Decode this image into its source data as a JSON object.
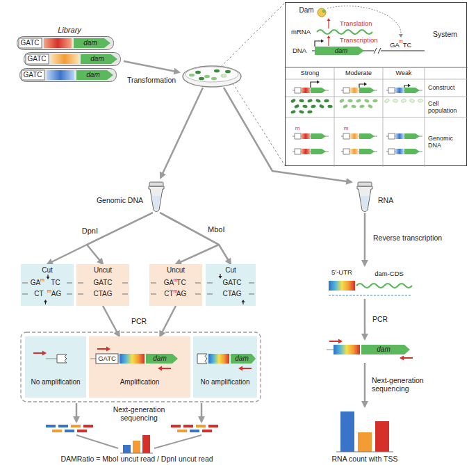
{
  "diagram": {
    "nodes": [
      {
        "text": [
          "GATC",
          "dam"
        ]
      },
      {
        "text": [
          "GATC",
          "dam"
        ]
      },
      {
        "text": [
          "GATC",
          "dam"
        ]
      },
      {
        "text": [
          "Dam",
          "mRNA",
          "Translation",
          "Transcription",
          "DNA",
          "dam",
          "GA",
          "m",
          "TC",
          "System",
          "Strong",
          "Moderate",
          "Weak",
          "Construct",
          "Cell population",
          "m",
          "m",
          "Genomic DNA"
        ]
      },
      {
        "text": [
          "Genomic DNA"
        ]
      },
      {
        "text": [
          "RNA"
        ]
      },
      {
        "text": [
          "Cut",
          "GA",
          "m",
          "TC",
          "CT",
          "m",
          "AG"
        ]
      },
      {
        "text": [
          "Uncut",
          "GATC",
          "CTAG"
        ]
      },
      {
        "text": [
          "Uncut",
          "GA",
          "m",
          "TC",
          "CT",
          "m",
          "AG"
        ]
      },
      {
        "text": [
          "Cut",
          "GATC",
          "CTAG"
        ]
      },
      {
        "text": [
          "No amplification"
        ]
      },
      {
        "text": [
          "GATC",
          "dam",
          "Amplification"
        ]
      },
      {
        "text": [
          "dam",
          "No amplification"
        ]
      },
      {
        "text": [
          "5'-UTR",
          "dam-CDS"
        ]
      },
      {
        "text": [
          "dam"
        ]
      }
    ],
    "edges": [
      {
        "from": 4,
        "to": 6,
        "arrow": "to",
        "label": "DpnI"
      },
      {
        "from": 4,
        "to": 7,
        "arrow": "to"
      },
      {
        "from": 4,
        "to": 8,
        "arrow": "to",
        "label": "MboI"
      },
      {
        "from": 4,
        "to": 9,
        "arrow": "to"
      },
      {
        "from": 7,
        "to": 11,
        "arrow": "to",
        "label": "PCR"
      },
      {
        "from": 8,
        "to": 11,
        "arrow": "to"
      },
      {
        "from": 5,
        "to": 13,
        "arrow": "to",
        "label": "Reverse transcription"
      },
      {
        "from": 13,
        "to": 14,
        "arrow": "to",
        "label": "PCR"
      }
    ],
    "labels": [
      "Library",
      "Transformation",
      "Next-generation sequencing",
      "Next-generation sequencing",
      "DAMRatio = MboI uncut read / DpnI uncut read",
      "RNA count with TSS"
    ]
  }
}
